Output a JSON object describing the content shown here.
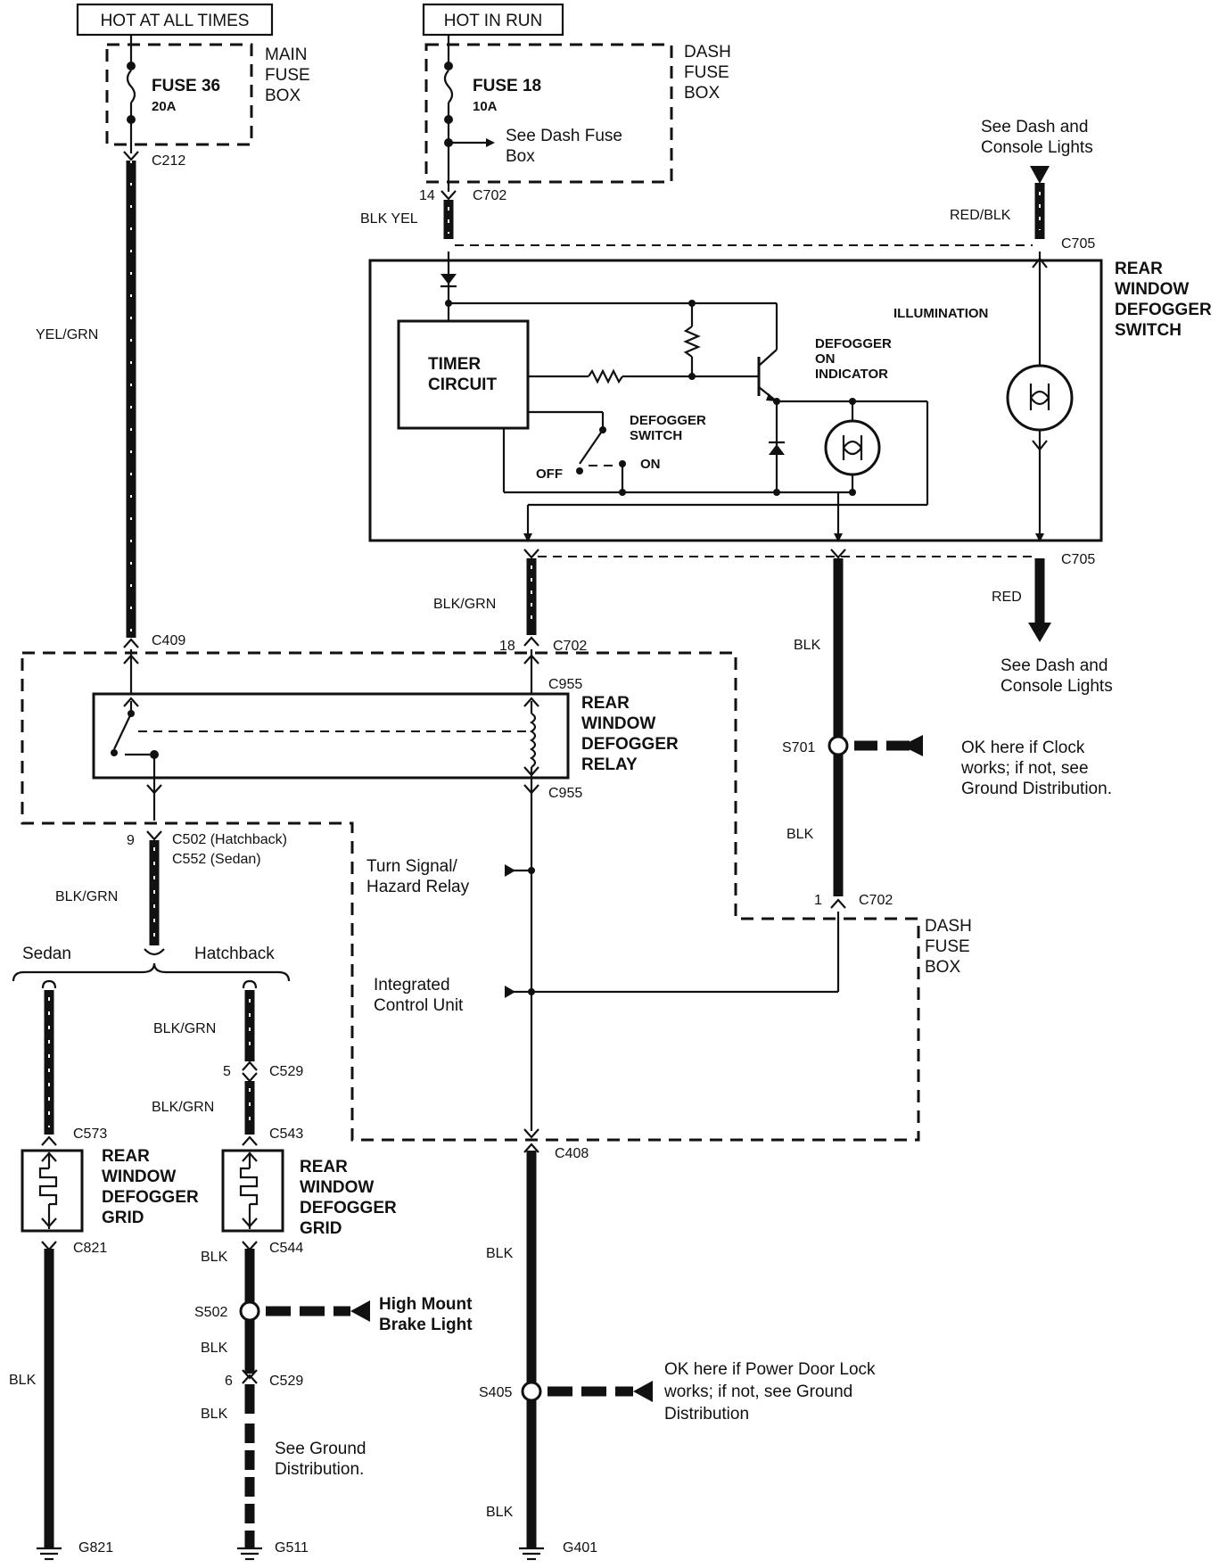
{
  "sources": {
    "hot_at_all_times": "HOT AT ALL TIMES",
    "hot_in_run": "HOT IN RUN"
  },
  "main_fuse_box": {
    "label": [
      "MAIN",
      "FUSE",
      "BOX"
    ],
    "fuse_name": "FUSE 36",
    "fuse_rating": "20A",
    "connector": "C212"
  },
  "dash_fuse_box_top": {
    "label": [
      "DASH",
      "FUSE",
      "BOX"
    ],
    "fuse_name": "FUSE 18",
    "fuse_rating": "10A",
    "note": [
      "See Dash Fuse",
      "Box"
    ],
    "pin": "14",
    "connector": "C702"
  },
  "wires": {
    "yel_grn": "YEL/GRN",
    "blk_yel": "BLK YEL",
    "red_blk": "RED/BLK",
    "blk_grn": "BLK/GRN",
    "blk": "BLK",
    "red": "RED",
    "blk_odd": "B​LK"
  },
  "switch": {
    "title": [
      "REAR",
      "WINDOW",
      "DEFOGGER",
      "SWITCH"
    ],
    "timer": [
      "TIMER",
      "CIRCUIT"
    ],
    "indicator": [
      "DEFOGGER",
      "ON",
      "INDICATOR"
    ],
    "defogger_switch": [
      "DEFOGGER",
      "SWITCH"
    ],
    "off": "OFF",
    "on": "ON",
    "illumination": "ILLUMINATION"
  },
  "see_dash_top": [
    "See Dash and",
    "Console Lights"
  ],
  "see_dash_bottom": [
    "See Dash and",
    "Console Lights"
  ],
  "connectors": {
    "c705": "C705",
    "c409": "C409",
    "pin18": "18",
    "c702": "C702",
    "c955": "C955",
    "pin9": "9",
    "c502": "C502 (Hatchback)",
    "c552": "C552 (Sedan)",
    "s701": "S701",
    "pin1": "1",
    "c573": "C573",
    "c543": "C543",
    "pin5": "5",
    "c529": "C529",
    "c821": "C821",
    "c544": "C544",
    "s502": "S502",
    "pin6": "6",
    "c408": "C408",
    "s405": "S405",
    "g821": "G821",
    "g511": "G511",
    "g401": "G401"
  },
  "relay": {
    "title": [
      "REAR",
      "WINDOW",
      "DEFOGGER",
      "RELAY"
    ]
  },
  "dash_fuse_box_bottom": {
    "label": [
      "DASH",
      "FUSE",
      "BOX"
    ]
  },
  "clock_note": [
    "OK here if Clock",
    "works; if not, see",
    "Ground Distribution."
  ],
  "turn_signal": [
    "Turn Signal/",
    "Hazard Relay"
  ],
  "integrated": [
    "Integrated",
    "Control Unit"
  ],
  "branches": {
    "sedan": "Sedan",
    "hatchback": "Hatchback"
  },
  "grid": {
    "title": [
      "REAR",
      "WINDOW",
      "DEFOGGER",
      "GRID"
    ]
  },
  "high_mount": [
    "High Mount",
    "Brake Light"
  ],
  "see_ground": [
    "See Ground",
    "Distribution."
  ],
  "power_door_note": [
    "OK here if Power Door Lock",
    "works; if not, see Ground",
    "Distribution"
  ]
}
